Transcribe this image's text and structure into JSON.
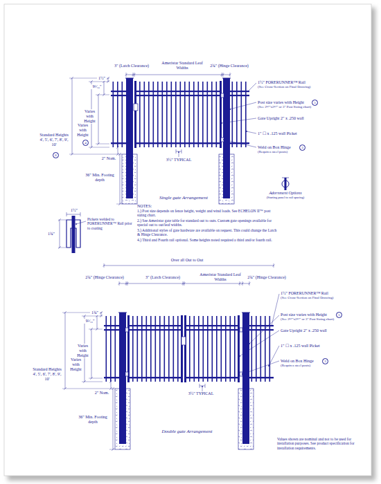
{
  "diagram": {
    "labels": [
      "3\" (Latch Clearance)",
      "Ameristar Standard Leaf Widths",
      "2¾\" (Hinge Clearance)",
      "1½\" FORERUNNER™ Rail",
      "(See Cross-Section on Final Drawing)",
      "1½\"",
      "9⁵⁄₁₆\"",
      "Varies with Height",
      "Varies with Height",
      "4",
      "Standard Heights 4', 5', 6', 7', 8', 9', 10'",
      "6",
      "2\" Nom.",
      "36\" Min. Footing depth",
      "Post size varies with Height",
      "(See 2½\"x2½\" or 3\" Post Sizing chart)",
      "5",
      "Gate Upright 2\" x .250 wall",
      "1\" ☐ x .125 wall Picket",
      "Weld on Box Hinge",
      "(Requires steel posts)",
      "3",
      "3½\" TYPICAL",
      "Single gate Arrangement",
      "NOTES:",
      "1.) Post size depends on fence height, weight and wind loads. See ECHELON II™ post sizing chart.",
      "2.) See Ameristar gate table for standard out to outs. Custom gate openings available for special out to out/leaf widths.",
      "3.) Additional styles of gate hardware are available on request. This could change the Latch & Hinge Clearance.",
      "4.) Third and Fourth rail optional. Some heights noted required a third and/or fourth rail.",
      "Adornment Options",
      "(Starting panel to rail spacing)",
      "1½\"",
      "1¾\"",
      "Pickets welded to FORERUNNER™ Rail prior to coating",
      "Over all Out to Out",
      "2¾\" (Hinge Clearance)",
      "3\" (Latch Clearance)",
      "Ameristar Standard Leaf Widths",
      "2¾\" (Hinge Clearance)",
      "1½\" FORERUNNER™ Rail",
      "(See Cross-Section on Final Drawing)",
      "1¾\"",
      "9⁵⁄₁₆\"",
      "Varies with Height",
      "Varies with Height",
      "Standard Heights 4', 5', 6', 7', 8', 9', 10'",
      "2\" Nom.",
      "36\" Min. Footing depth",
      "Post size varies with Height",
      "(See 2½\"x2½\" or 3\" Post Sizing chart)",
      "5",
      "Gate Upright 2\" x .250 wall",
      "1\" ☐ x .125 wall Picket",
      "Weld on Box Hinge",
      "(Requires steel posts)",
      "3",
      "3½\" TYPICAL",
      "Double gate Arrangement",
      "Values shown are nominal and not to be used for installation purposes. See product specification for installation requirements."
    ]
  }
}
